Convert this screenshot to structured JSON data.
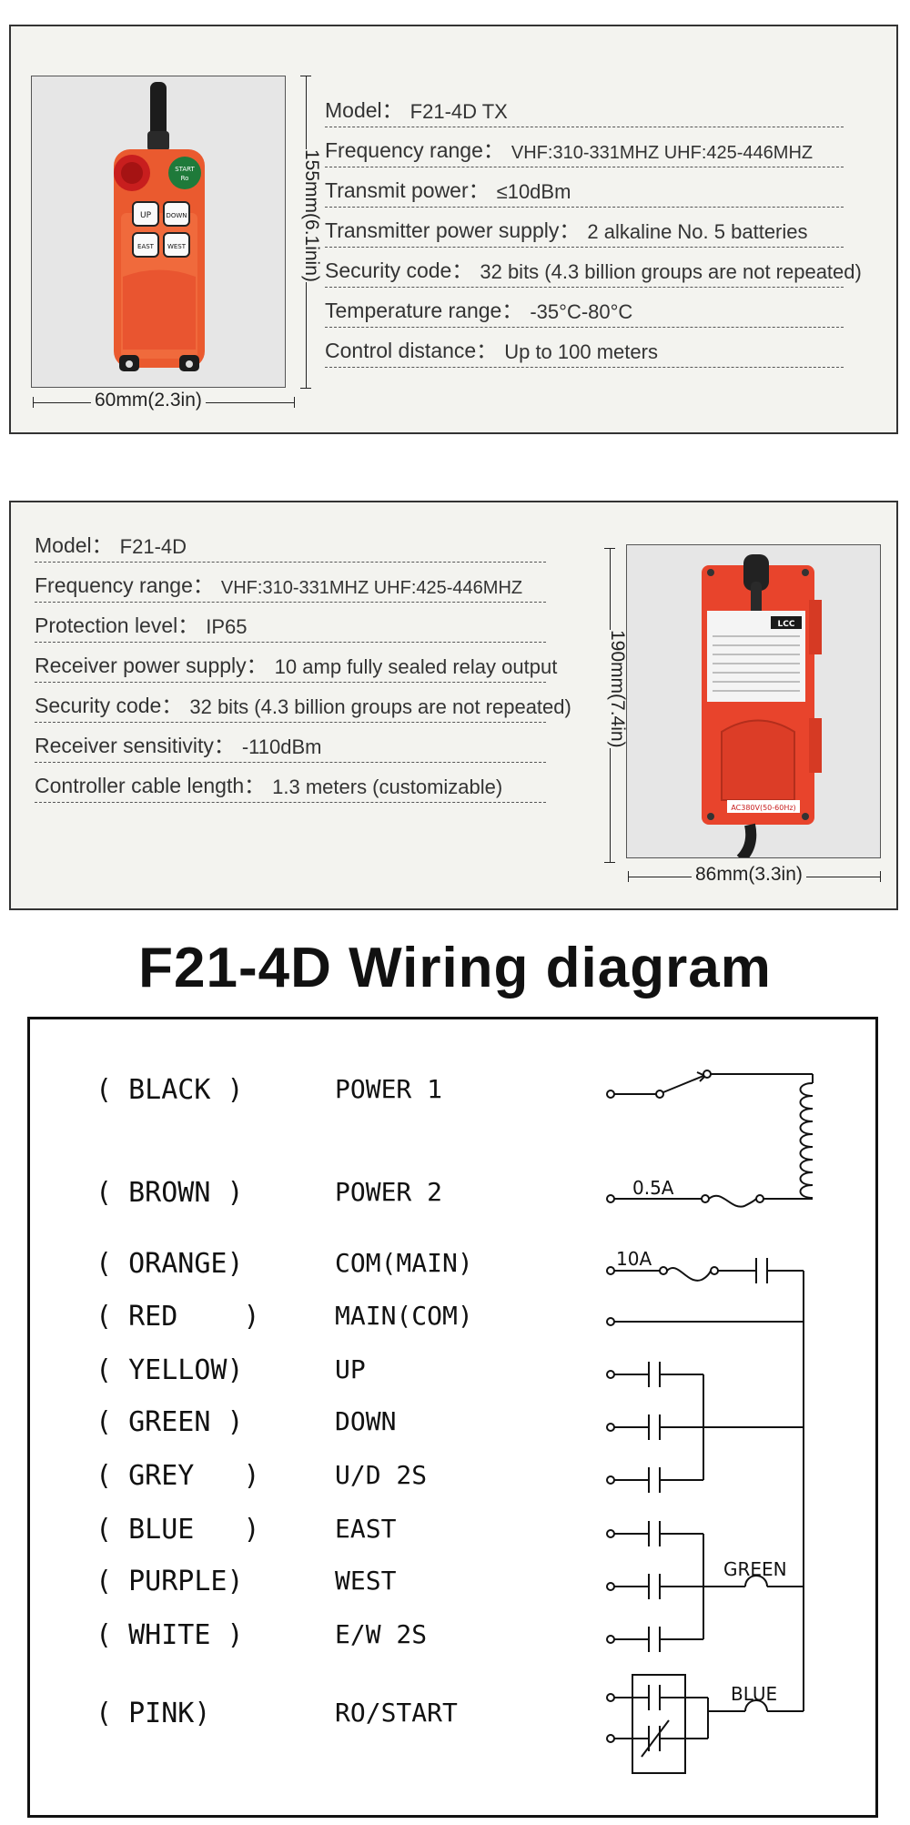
{
  "transmitter": {
    "specs": [
      {
        "label": "Model：",
        "value": "F21-4D TX"
      },
      {
        "label": "Frequency range：",
        "value": "VHF:310-331MHZ UHF:425-446MHZ"
      },
      {
        "label": "Transmit power：",
        "value": "≤10dBm"
      },
      {
        "label": "Transmitter power supply：",
        "value": "2 alkaline No. 5 batteries"
      },
      {
        "label": "Security code：",
        "value": "32 bits (4.3 billion groups are not repeated)"
      },
      {
        "label": "Temperature range：",
        "value": "-35°C-80°C"
      },
      {
        "label": "Control distance：",
        "value": "Up to 100 meters"
      }
    ],
    "height_dim": "155mm(6.1inin)",
    "width_dim": "60mm(2.3in)",
    "buttons": {
      "start_top": "START",
      "start_bottom": "Ro",
      "up": "UP",
      "down": "DOWN",
      "east": "EAST",
      "west": "WEST"
    }
  },
  "receiver": {
    "specs": [
      {
        "label": "Model：",
        "value": "F21-4D"
      },
      {
        "label": "Frequency range：",
        "value": "VHF:310-331MHZ UHF:425-446MHZ"
      },
      {
        "label": "Protection level：",
        "value": "IP65"
      },
      {
        "label": "Receiver power supply：",
        "value": "10 amp fully sealed relay output"
      },
      {
        "label": "Security code：",
        "value": "32 bits (4.3 billion groups are not repeated)"
      },
      {
        "label": "Receiver sensitivity：",
        "value": "-110dBm"
      },
      {
        "label": "Controller cable length：",
        "value": "1.3 meters (customizable)"
      }
    ],
    "height_dim": "190mm(7.4in)",
    "width_dim": "86mm(3.3in)",
    "brand": "LCC",
    "label_voltage": "AC380V(50-60Hz)"
  },
  "wiring": {
    "title": "F21-4D Wiring diagram",
    "rows": [
      {
        "color": "( BLACK )",
        "function": "POWER 1"
      },
      {
        "color": "( BROWN )",
        "function": "POWER 2"
      },
      {
        "color": "( ORANGE)",
        "function": "COM(MAIN)"
      },
      {
        "color": "( RED    )",
        "function": "MAIN(COM)"
      },
      {
        "color": "( YELLOW)",
        "function": "UP"
      },
      {
        "color": "( GREEN )",
        "function": "DOWN"
      },
      {
        "color": "( GREY   )",
        "function": "U/D 2S"
      },
      {
        "color": "( BLUE   )",
        "function": "EAST"
      },
      {
        "color": "( PURPLE)",
        "function": "WEST"
      },
      {
        "color": "( WHITE )",
        "function": "E/W 2S"
      },
      {
        "color": "( PINK)",
        "function": "RO/START"
      }
    ],
    "fuse_small": "0.5A",
    "fuse_main": "10A",
    "jumper_green": "GREEN",
    "jumper_blue": "BLUE"
  }
}
